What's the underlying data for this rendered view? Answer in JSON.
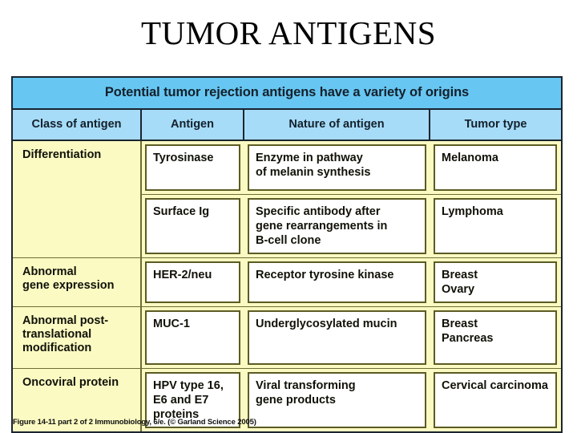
{
  "slide": {
    "title": "TUMOR ANTIGENS"
  },
  "figure": {
    "banner": "Potential tumor rejection antigens have a variety of origins",
    "columns": [
      {
        "label": "Class of antigen"
      },
      {
        "label": "Antigen"
      },
      {
        "label": "Nature of antigen"
      },
      {
        "label": "Tumor type"
      }
    ],
    "rows": [
      {
        "class_of_antigen": "Differentiation",
        "entries": [
          {
            "antigen": "Tyrosinase",
            "nature_lines": [
              "Enzyme in pathway",
              "of melanin synthesis"
            ],
            "tumor_lines": [
              "Melanoma"
            ]
          },
          {
            "antigen": "Surface Ig",
            "nature_lines": [
              "Specific antibody after",
              "gene rearrangements in",
              "B-cell clone"
            ],
            "tumor_lines": [
              "Lymphoma"
            ]
          }
        ]
      },
      {
        "class_of_antigen_lines": [
          "Abnormal",
          "gene expression"
        ],
        "entries": [
          {
            "antigen": "HER-2/neu",
            "nature_lines": [
              "Receptor tyrosine kinase"
            ],
            "tumor_lines": [
              "Breast",
              "Ovary"
            ]
          }
        ]
      },
      {
        "class_of_antigen_lines": [
          "Abnormal post-",
          "translational",
          "modification"
        ],
        "entries": [
          {
            "antigen": "MUC-1",
            "nature_lines": [
              "Underglycosylated mucin"
            ],
            "tumor_lines": [
              "Breast",
              "Pancreas"
            ]
          }
        ]
      },
      {
        "class_of_antigen": "Oncoviral protein",
        "entries": [
          {
            "antigen_lines": [
              "HPV  type 16,",
              "E6  and  E7",
              "proteins"
            ],
            "nature_lines": [
              "Viral transforming",
              "gene products"
            ],
            "tumor_lines": [
              "Cervical carcinoma"
            ]
          }
        ]
      }
    ],
    "caption": "Figure 14-11 part 2 of 2  Immunobiology, 6/e. (© Garland Science 2005)",
    "colors": {
      "banner_blue": "#67c7f2",
      "column_header_blue": "#a6dcf8",
      "class_column_yellow": "#fafac2",
      "cell_border_olive": "#5b5b24",
      "frame_dark": "#1b2430"
    }
  }
}
